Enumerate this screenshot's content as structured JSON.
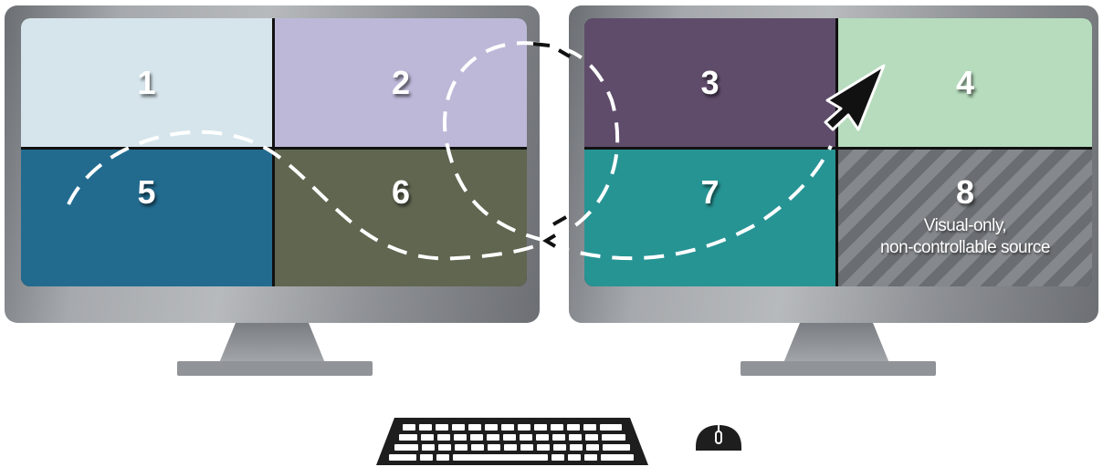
{
  "tiles": {
    "t1": {
      "label": "1"
    },
    "t2": {
      "label": "2"
    },
    "t3": {
      "label": "3"
    },
    "t4": {
      "label": "4"
    },
    "t5": {
      "label": "5"
    },
    "t6": {
      "label": "6"
    },
    "t7": {
      "label": "7"
    },
    "t8": {
      "label": "8",
      "caption_line1": "Visual-only,",
      "caption_line2": "non-controllable source"
    }
  },
  "colors": {
    "tile1": "#d6e5ec",
    "tile2": "#bdb8d8",
    "tile3": "#5f4c6a",
    "tile4": "#b6dcbd",
    "tile5": "#226b8f",
    "tile6": "#606650",
    "tile7": "#279494",
    "cursor": "#111111",
    "peripherals": "#1e1e1e"
  },
  "icons": [
    "mouse-cursor-icon",
    "keyboard-icon",
    "mouse-icon"
  ]
}
